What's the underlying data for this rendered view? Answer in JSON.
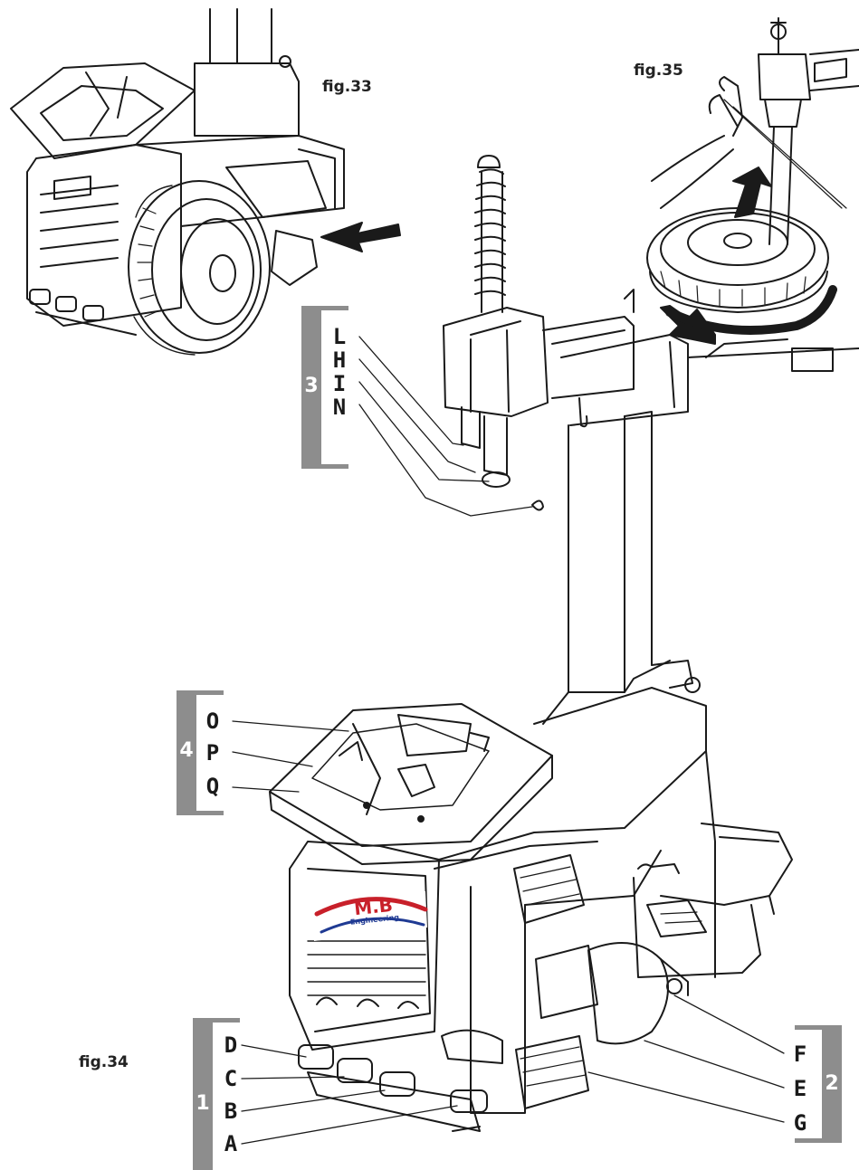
{
  "figures": {
    "fig33": "fig.33",
    "fig34": "fig.34",
    "fig35": "fig.35"
  },
  "brand": {
    "logo_text": "M.B",
    "logo_sub": "Engineering"
  },
  "groups": {
    "g1": {
      "number": "1",
      "letters": [
        "D",
        "C",
        "B",
        "A"
      ]
    },
    "g2": {
      "number": "2",
      "letters": [
        "F",
        "E",
        "G"
      ]
    },
    "g3": {
      "number": "3",
      "letters": [
        "L",
        "H",
        "I",
        "N"
      ]
    },
    "g4": {
      "number": "4",
      "letters": [
        "O",
        "P",
        "Q"
      ]
    }
  },
  "colors": {
    "bracket": "#8d8d8d",
    "line": "#1a1a1a",
    "logo_red": "#c8202a",
    "logo_blue": "#1f3a93"
  }
}
